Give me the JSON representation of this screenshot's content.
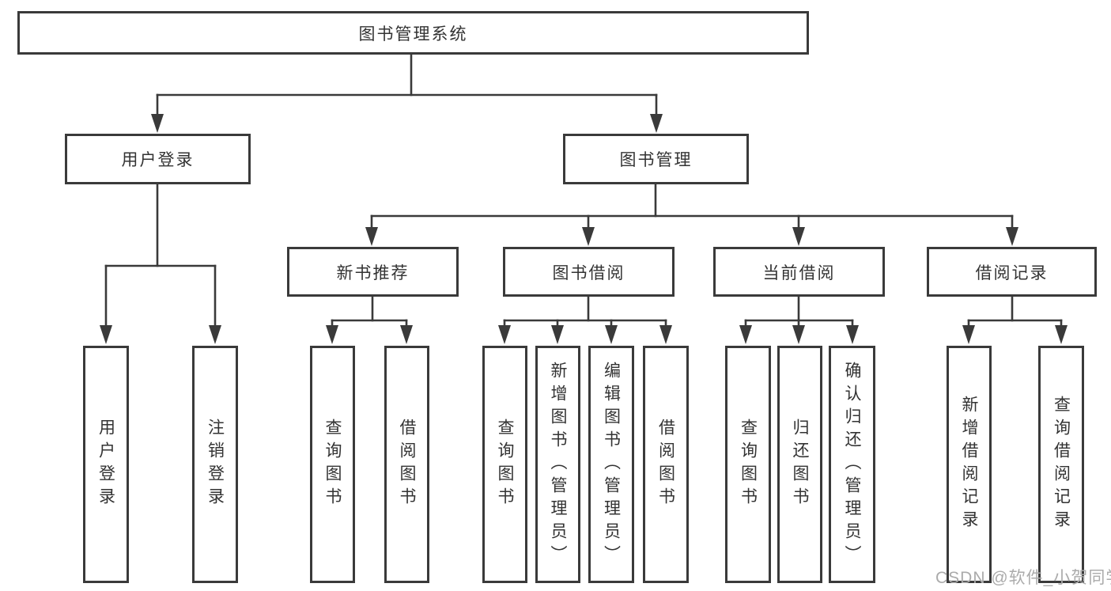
{
  "diagram_title": "图书管理系统",
  "tree": {
    "label": "图书管理系统",
    "children": [
      {
        "label": "用户登录",
        "children": [
          {
            "label": "用户登录"
          },
          {
            "label": "注销登录"
          }
        ]
      },
      {
        "label": "图书管理",
        "children": [
          {
            "label": "新书推荐",
            "children": [
              {
                "label": "查询图书"
              },
              {
                "label": "借阅图书"
              }
            ]
          },
          {
            "label": "图书借阅",
            "children": [
              {
                "label": "查询图书"
              },
              {
                "label": "新增图书（管理员）"
              },
              {
                "label": "编辑图书（管理员）"
              },
              {
                "label": "借阅图书"
              }
            ]
          },
          {
            "label": "当前借阅",
            "children": [
              {
                "label": "查询图书"
              },
              {
                "label": "归还图书"
              },
              {
                "label": "确认归还（管理员）"
              }
            ]
          },
          {
            "label": "借阅记录",
            "children": [
              {
                "label": "新增借阅记录"
              },
              {
                "label": "查询借阅记录"
              }
            ]
          }
        ]
      }
    ]
  },
  "watermark": {
    "text": "CSDN @软件_小贺同学"
  },
  "colors": {
    "line": "#3a3a3a",
    "text": "#333333",
    "watermark": "#ababab",
    "background": "#ffffff"
  }
}
